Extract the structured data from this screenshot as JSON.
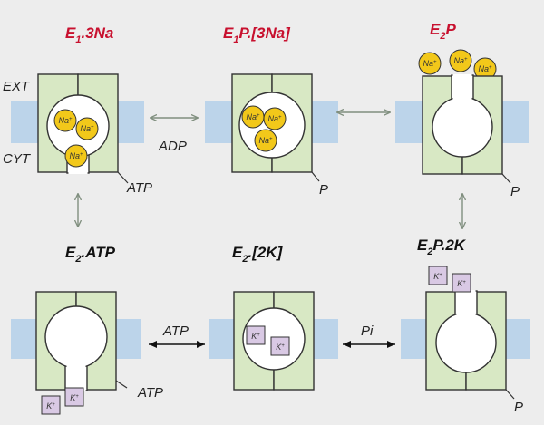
{
  "colors": {
    "background": "#ededed",
    "membrane": "#bcd4ea",
    "protein": "#d8e8c4",
    "outline": "#333333",
    "title_red": "#c8102e",
    "title_black": "#111111",
    "sodium": "#f2c81a",
    "potassium": "#d9c9e4",
    "arrow": "#808f7f"
  },
  "side_labels": {
    "ext": "EXT",
    "cyt": "CYT"
  },
  "states": [
    {
      "title": "E",
      "sub": "1",
      "rest": ".3Na"
    },
    {
      "title": "E",
      "sub": "1",
      "rest": "P.[3Na]"
    },
    {
      "title": "E",
      "sub": "2",
      "rest": "P"
    },
    {
      "title": "E",
      "sub": "2",
      "rest": ".ATP"
    },
    {
      "title": "E",
      "sub": "2",
      "rest": ".[2K]"
    },
    {
      "title": "E",
      "sub": "2",
      "rest": "P.2K"
    }
  ],
  "labels": {
    "atp_1": "ATP",
    "adp": "ADP",
    "p_2": "P",
    "p_3": "P",
    "atp_4": "ATP",
    "atp_transition": "ATP",
    "pi": "Pi",
    "p_6": "P"
  },
  "ions": {
    "sodium": "Na",
    "potassium": "K",
    "charge": "+"
  }
}
